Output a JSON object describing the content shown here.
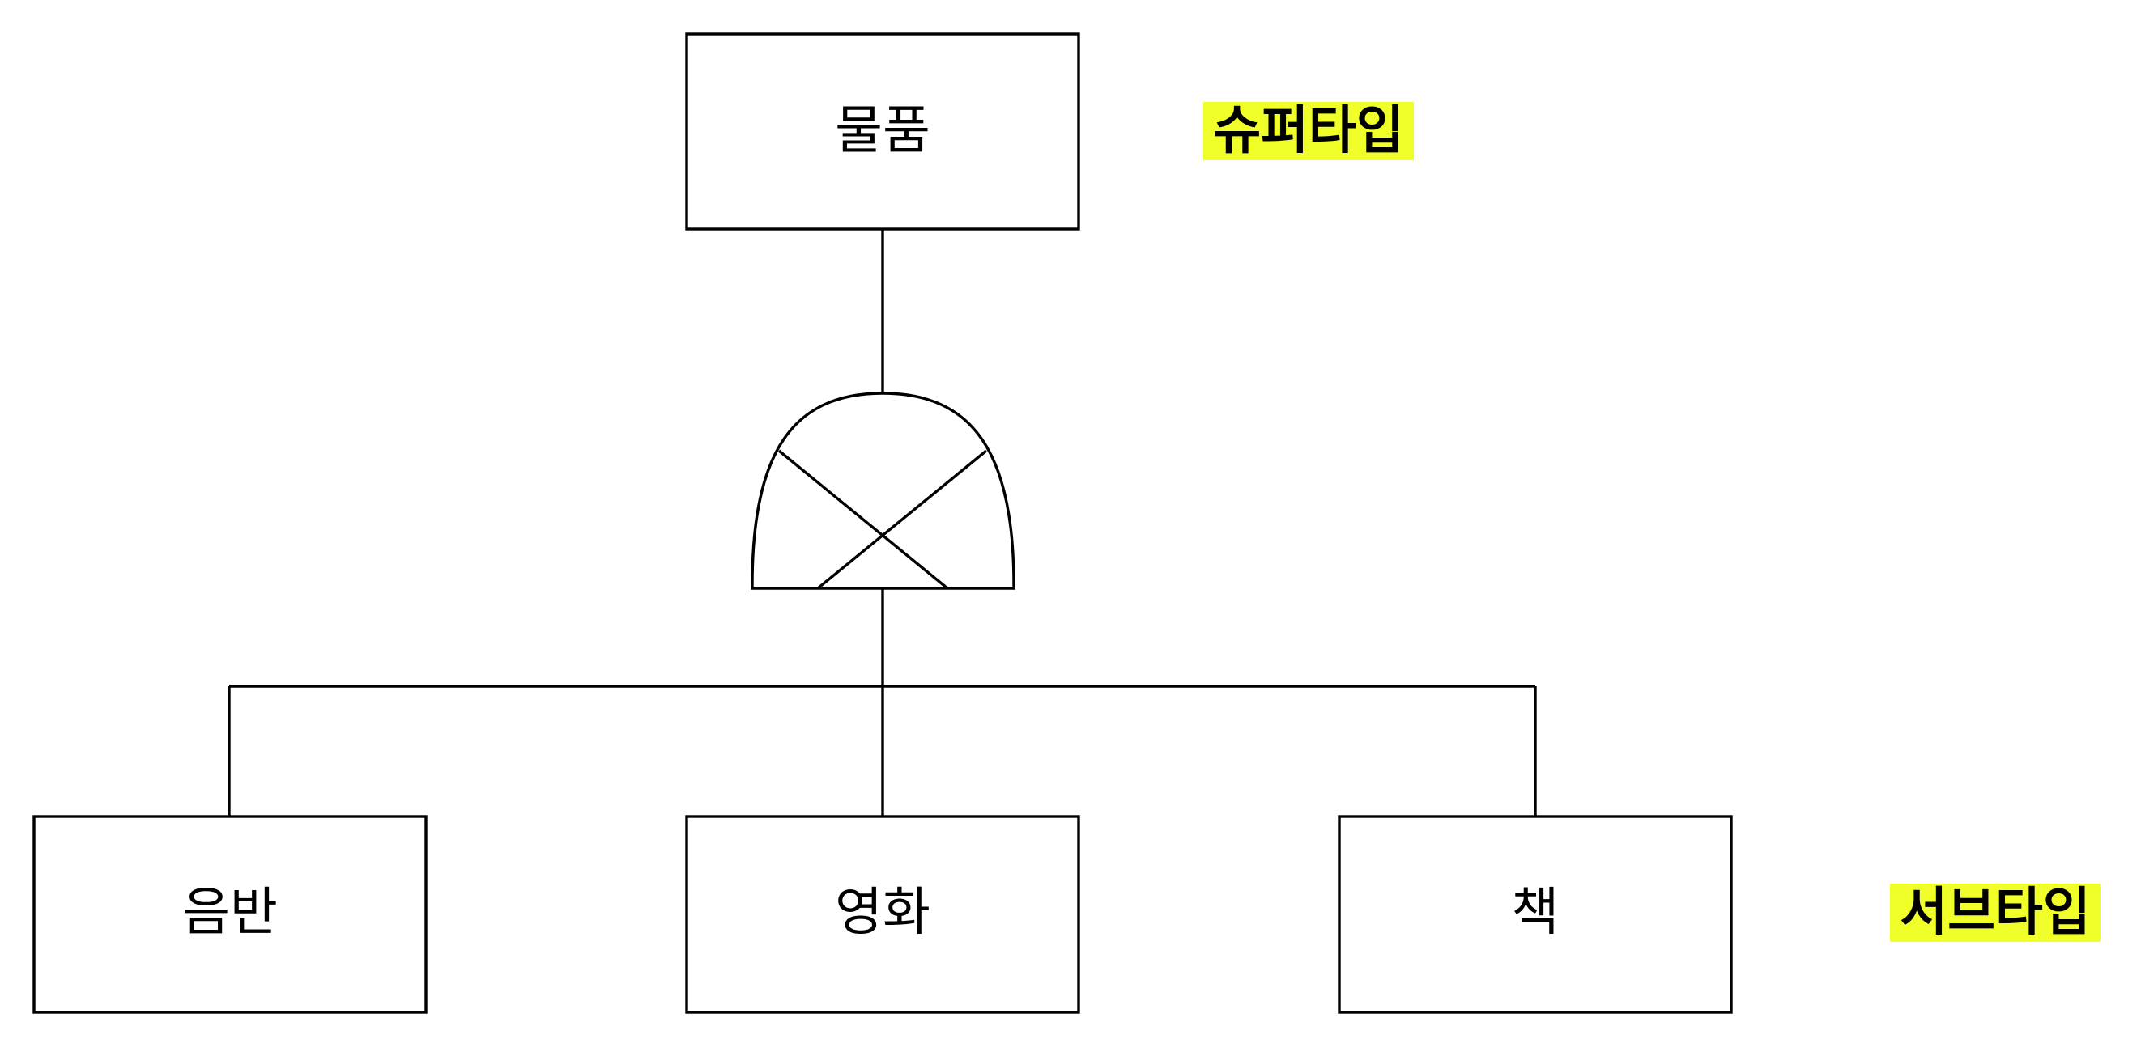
{
  "diagram": {
    "supertype_entity": "물품",
    "subtype_entities": [
      "음반",
      "영화",
      "책"
    ],
    "supertype_tag": "슈퍼타입",
    "subtype_tag": "서브타입",
    "highlight_color": "#f0ff2a",
    "line_color": "#000000",
    "relationship_symbol": "exclusive-subtype-symbol"
  }
}
